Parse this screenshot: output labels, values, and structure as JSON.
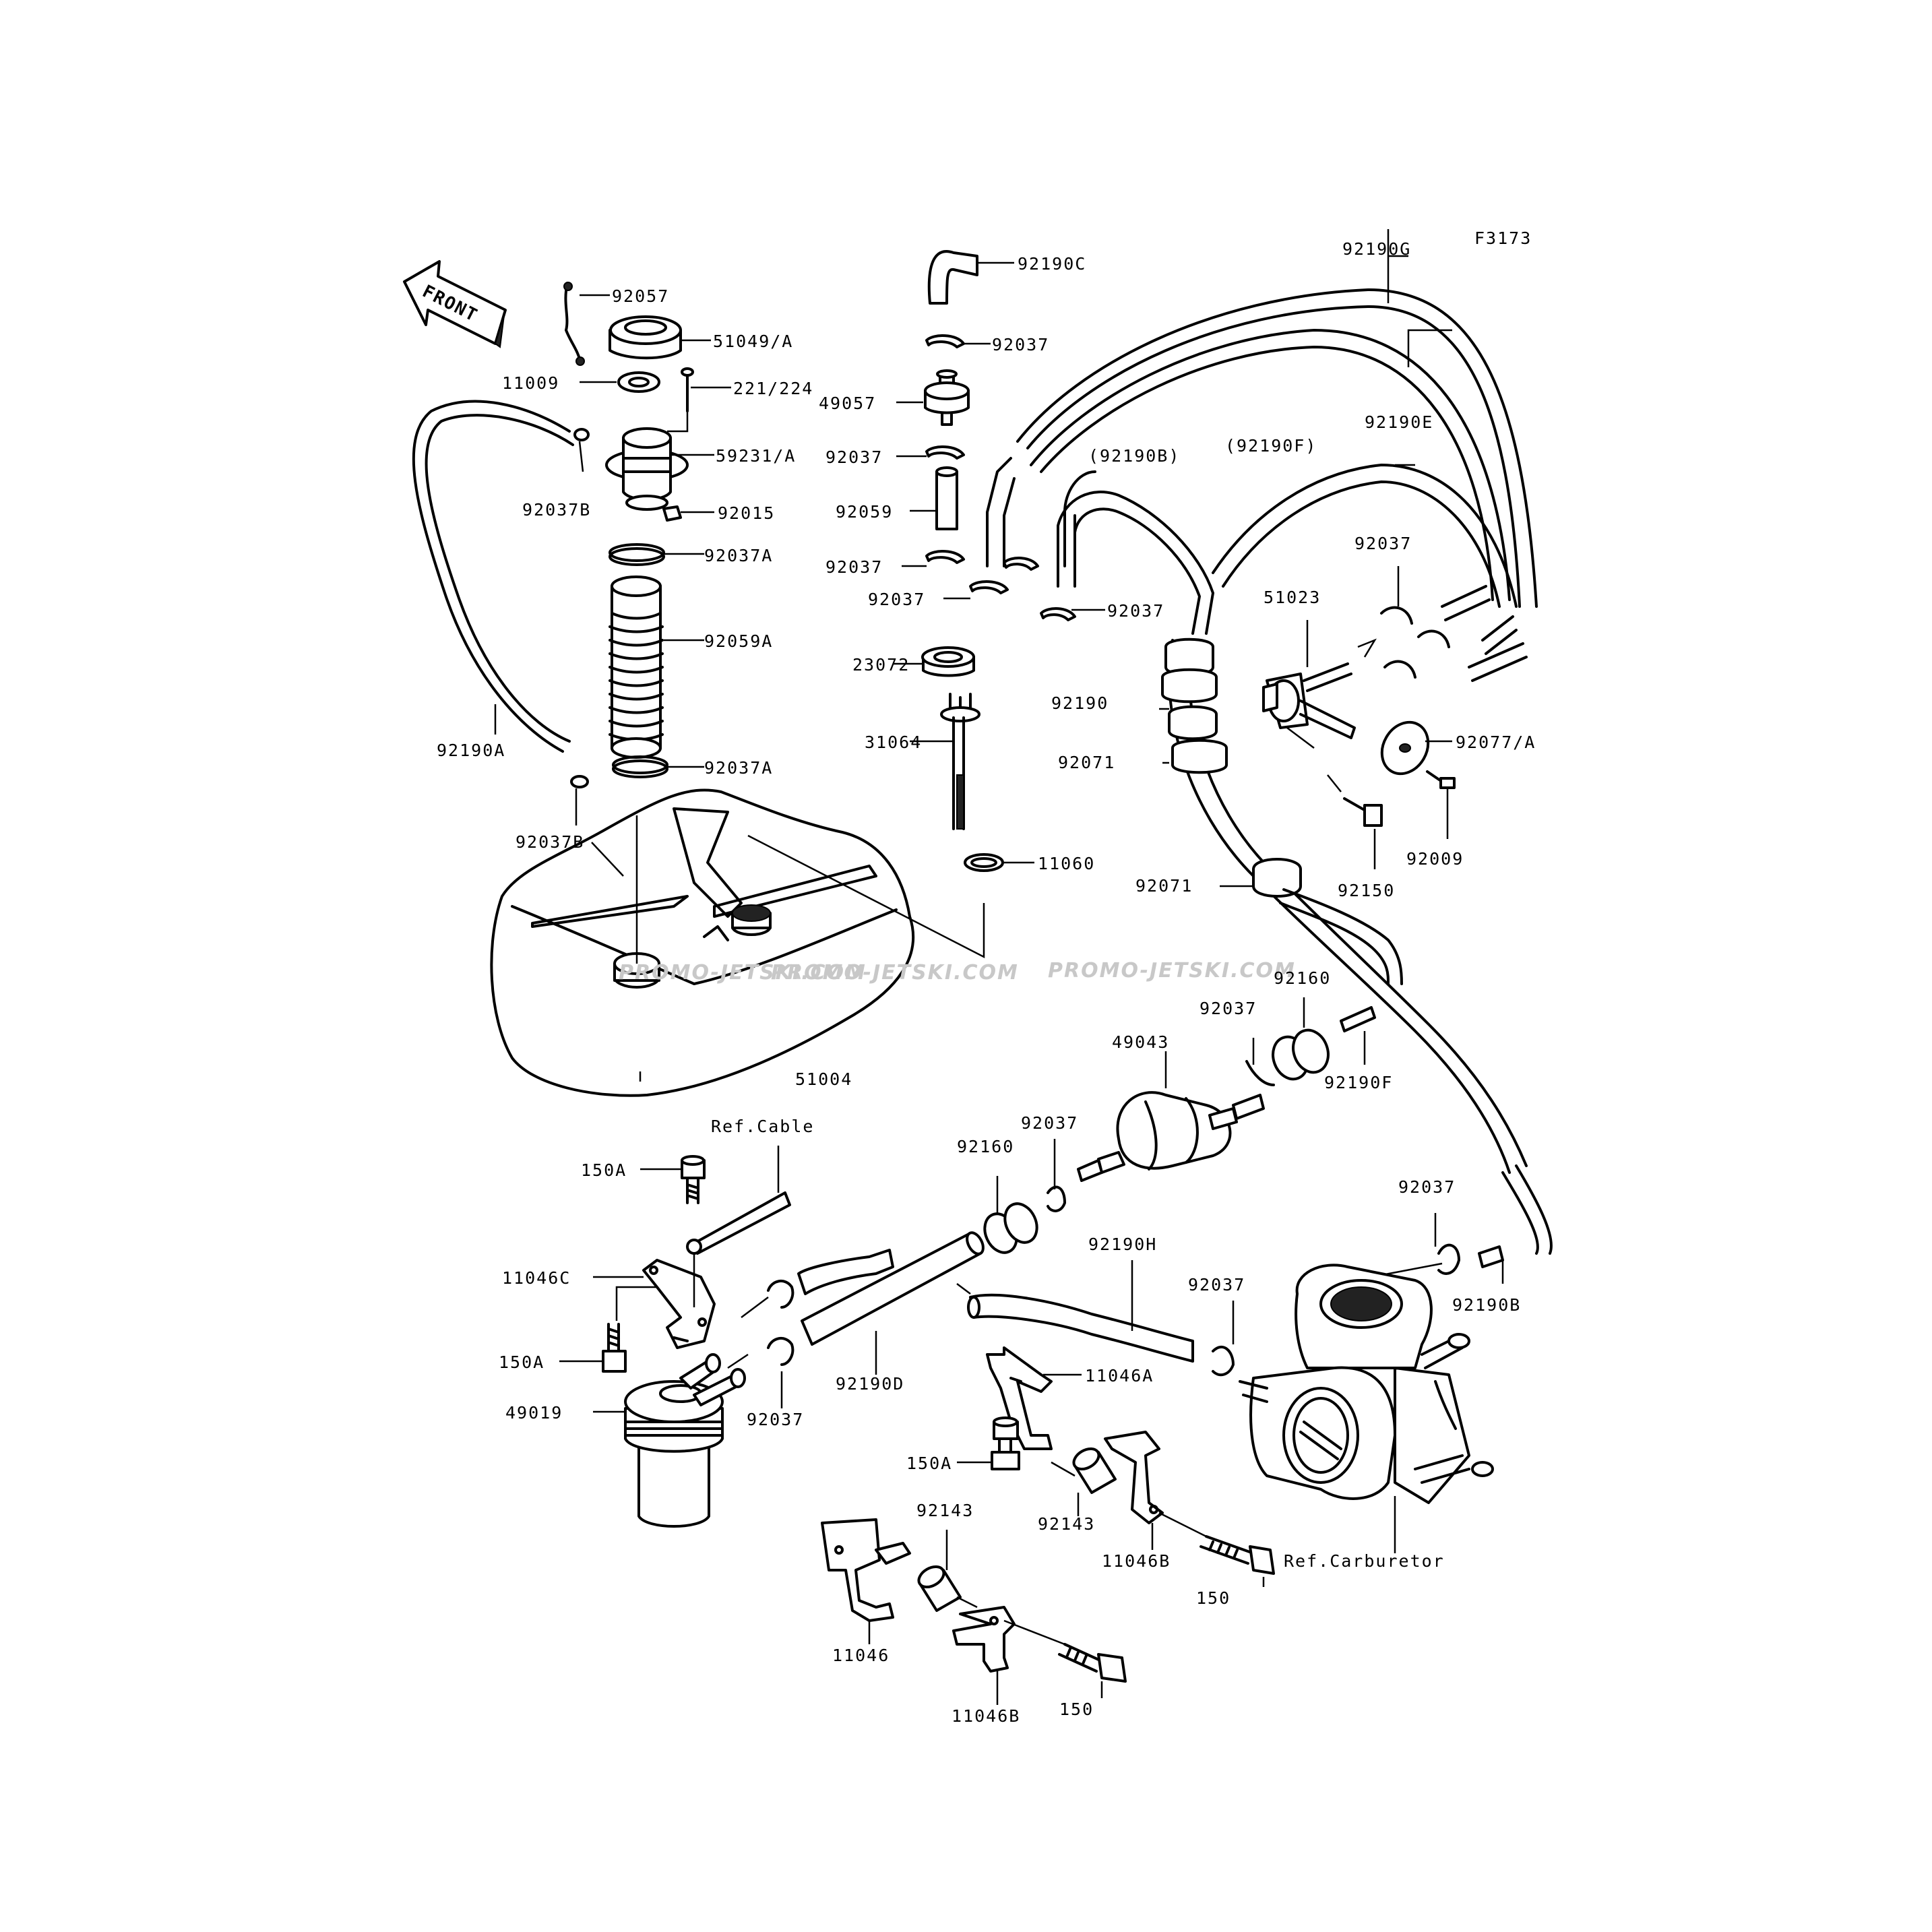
{
  "drawing_code": "F3173",
  "front_arrow_text": "FRONT",
  "watermarks": [
    "PROMO-JETSKI.COM",
    "PROMO-JETSKI.COM",
    "PROMO-JETSKI.COM"
  ],
  "labels": {
    "92057": "92057",
    "51049A": "51049/A",
    "11009": "11009",
    "221_224": "221/224",
    "59231A": "59231/A",
    "92037B_top": "92037B",
    "92015": "92015",
    "92037A_top": "92037A",
    "92059A": "92059A",
    "92037A_bot": "92037A",
    "92190A": "92190A",
    "92037B_bot": "92037B",
    "51004": "51004",
    "92190C": "92190C",
    "92037_a": "92037",
    "49057": "49057",
    "92037_b": "92037",
    "92059": "92059",
    "92037_c": "92037",
    "92037_d": "92037",
    "92037_e": "92037",
    "23072": "23072",
    "31064": "31064",
    "11060": "11060",
    "92190G": "92190G",
    "92190E": "92190E",
    "92190B_paren": "(92190B)",
    "92190F_paren": "(92190F)",
    "92037_f": "92037",
    "51023": "51023",
    "92190": "92190",
    "92071_a": "92071",
    "92071_b": "92071",
    "92077A": "92077/A",
    "92009": "92009",
    "92150": "92150",
    "92160_a": "92160",
    "92037_g": "92037",
    "49043": "49043",
    "92190F": "92190F",
    "92037_h": "92037",
    "92160_b": "92160",
    "ref_cable": "Ref.Cable",
    "150A_a": "150A",
    "11046C": "11046C",
    "150A_b": "150A",
    "49019": "49019",
    "92190D": "92190D",
    "92037_i": "92037",
    "92190H": "92190H",
    "92037_j": "92037",
    "92037_k": "92037",
    "92190B": "92190B",
    "11046A": "11046A",
    "150A_c": "150A",
    "92143_a": "92143",
    "11046B_a": "11046B",
    "150_a": "150",
    "ref_carburetor": "Ref.Carburetor",
    "92143_b": "92143",
    "11046": "11046",
    "11046B_b": "11046B",
    "150_b": "150"
  }
}
